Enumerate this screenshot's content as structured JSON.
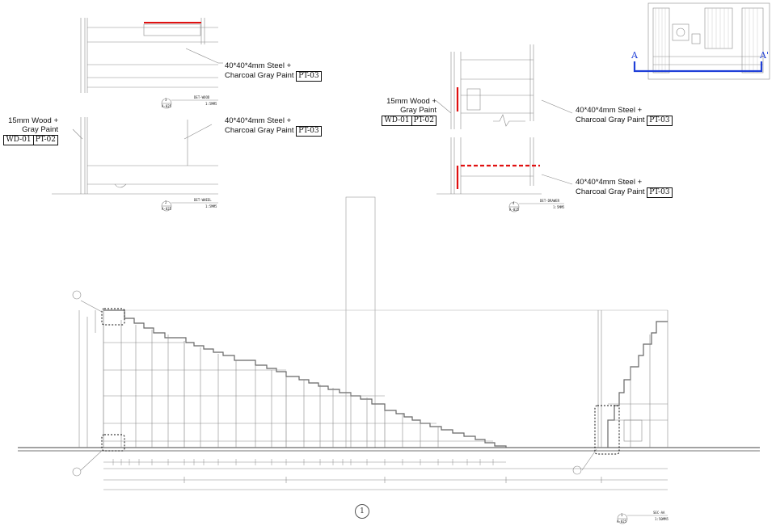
{
  "details": {
    "det_wood": {
      "number": "3",
      "sheet": "A-025",
      "title": "DET-WOOD",
      "scale": "1:5MM5"
    },
    "det_wheel": {
      "number": "2",
      "sheet": "A-025",
      "title": "DET-WHEEL",
      "scale": "1:5MM5"
    },
    "det_drawer": {
      "number": "4",
      "sheet": "A-025",
      "title": "DET-DRAWER",
      "scale": "1:5MM5"
    },
    "sec_aa": {
      "number": "1",
      "sheet": "A-025",
      "title": "SEC-AA",
      "scale": "1:50MM5"
    }
  },
  "callouts": {
    "steel_1": {
      "line1": "40*40*4mm Steel +",
      "line2": "Charcoal Gray Paint",
      "tag": "PT-03"
    },
    "steel_2": {
      "line1": "40*40*4mm Steel +",
      "line2": "Charcoal Gray Paint",
      "tag": "PT-03"
    },
    "steel_3": {
      "line1": "40*40*4mm Steel +",
      "line2": "Charcoal Gray Paint",
      "tag": "PT-03"
    },
    "steel_4": {
      "line1": "40*40*4mm Steel +",
      "line2": "Charcoal Gray Paint",
      "tag": "PT-03"
    },
    "wood_1": {
      "line1": "15mm Wood +",
      "line2": "Gray Paint",
      "tag_a": "WD-01",
      "tag_b": "PT-02"
    },
    "wood_2": {
      "line1": "15mm Wood +",
      "line2": "Gray Paint",
      "tag_a": "WD-01",
      "tag_b": "PT-02"
    }
  },
  "key_plan": {
    "left_mark": "A",
    "right_mark": "A'"
  },
  "elevation_bubble": "1",
  "colors": {
    "highlight_red": "#e01010",
    "section_blue": "#1f3fd8",
    "line": "#555555"
  }
}
